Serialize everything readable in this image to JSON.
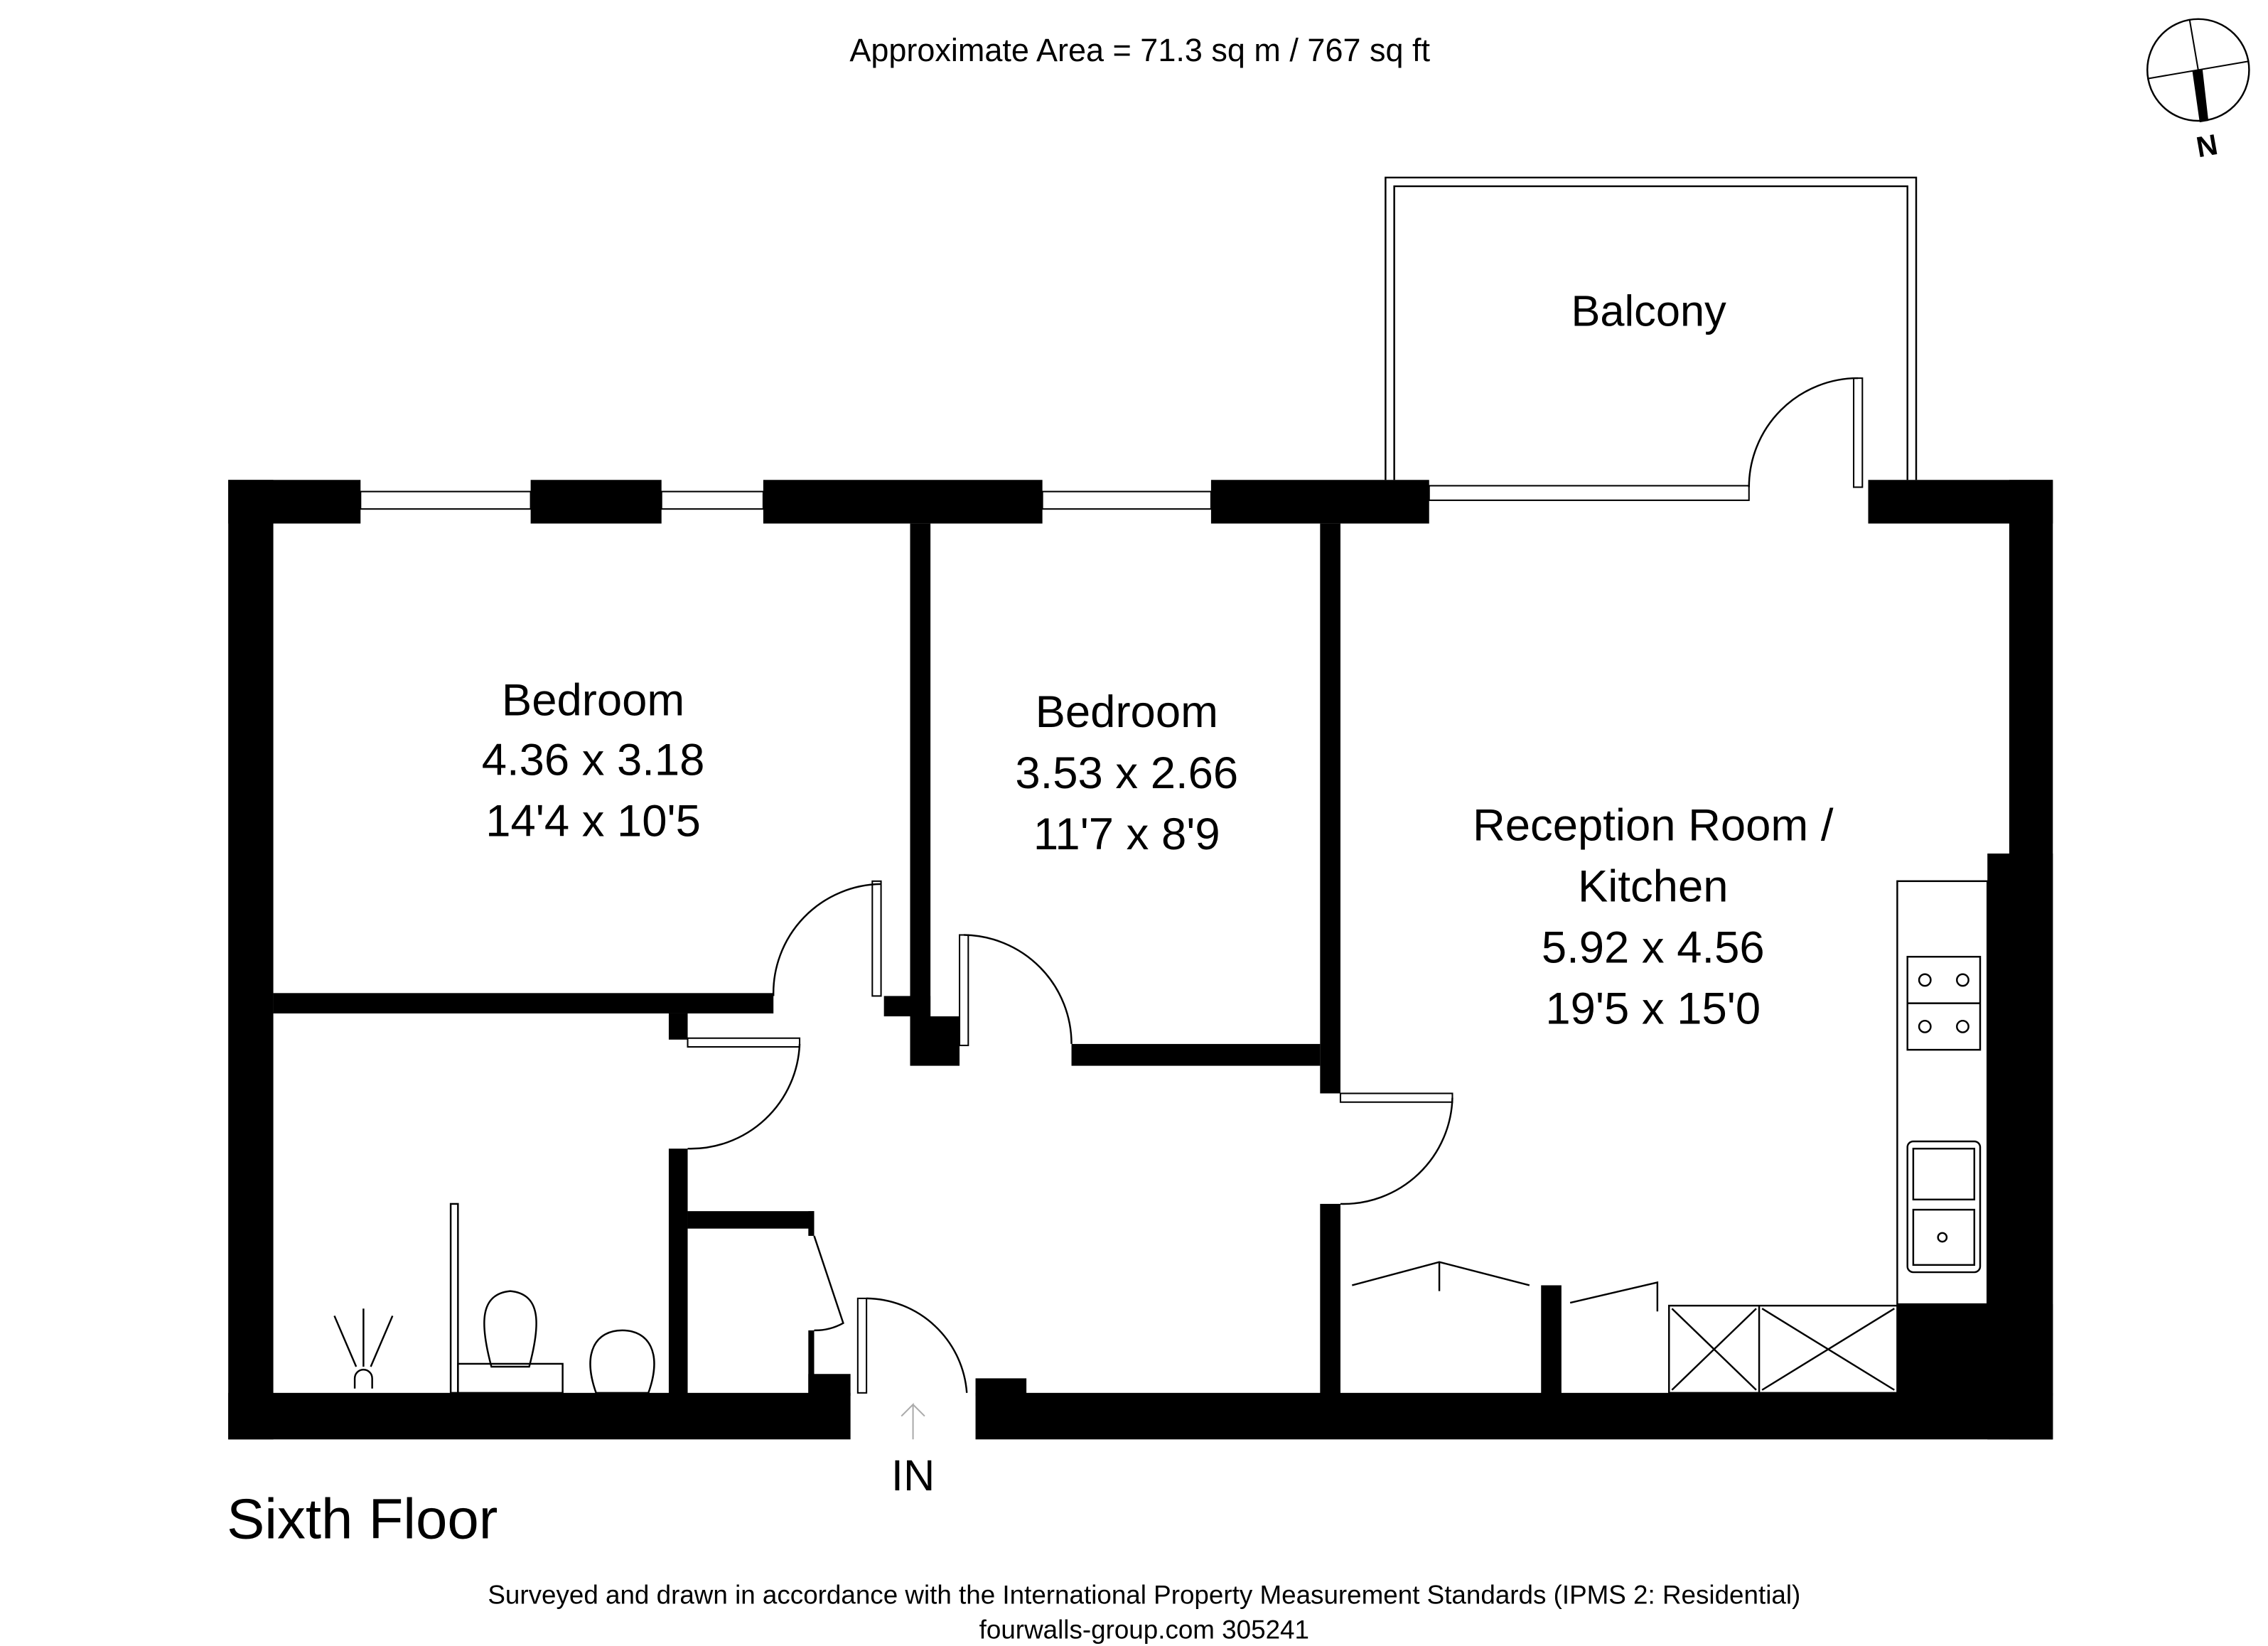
{
  "header": {
    "area": "Approximate Area = 71.3 sq m / 767 sq ft"
  },
  "compass": {
    "label": "N"
  },
  "rooms": {
    "balcony": {
      "name": "Balcony"
    },
    "bedroom1": {
      "name": "Bedroom",
      "metric": "4.36 x 3.18",
      "imperial": "14'4 x 10'5"
    },
    "bedroom2": {
      "name": "Bedroom",
      "metric": "3.53 x 2.66",
      "imperial": "11'7 x 8'9"
    },
    "reception": {
      "name_line1": "Reception Room /",
      "name_line2": "Kitchen",
      "metric": "5.92 x 4.56",
      "imperial": "19'5 x 15'0"
    }
  },
  "entrance": {
    "label": "IN"
  },
  "floor": {
    "label": "Sixth Floor"
  },
  "footer": {
    "line1": "Surveyed and drawn in accordance with the International Property Measurement Standards (IPMS 2: Residential)",
    "line2": "fourwalls-group.com 305241"
  }
}
